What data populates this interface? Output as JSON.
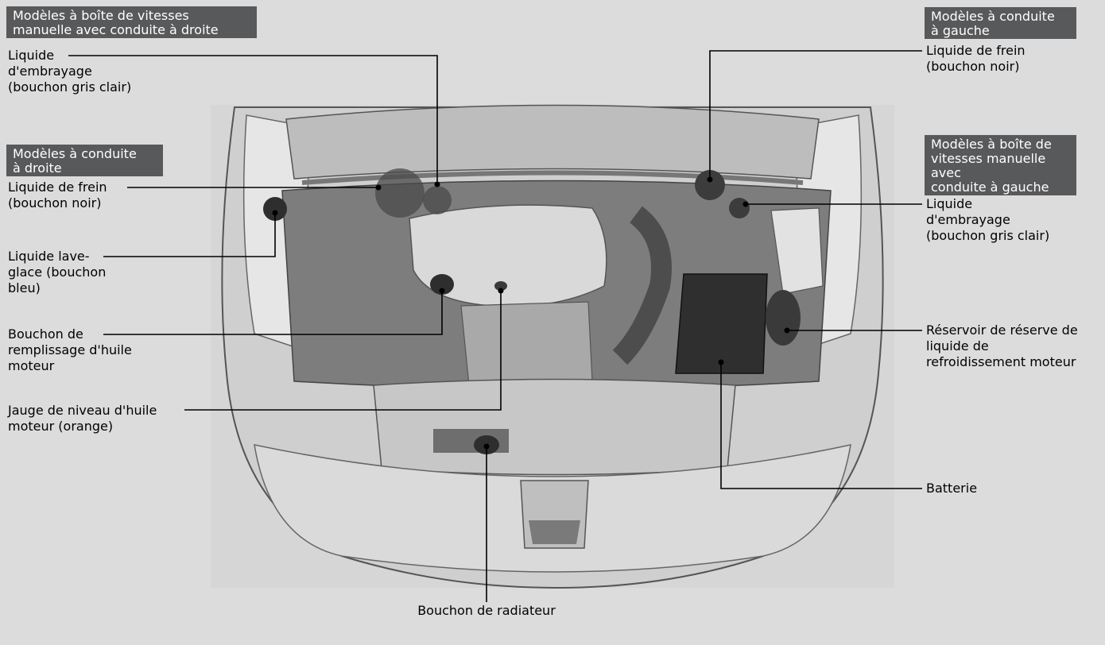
{
  "badges": {
    "rhd_manual": "Modèles à boîte de vitesses\nmanuelle avec conduite à droite",
    "lhd": "Modèles à conduite\nà gauche",
    "rhd": "Modèles à conduite\nà droite",
    "lhd_manual": "Modèles à boîte de\nvitesses manuelle avec\nconduite à gauche"
  },
  "labels": {
    "clutch_fluid_left": "Liquide\nd'embrayage\n(bouchon gris clair)",
    "brake_fluid_left": "Liquide de frein\n(bouchon noir)",
    "washer_fluid": "Liquide lave-\nglace (bouchon\nbleu)",
    "oil_filler_cap": "Bouchon de\nremplissage d'huile\nmoteur",
    "oil_dipstick": "Jauge de niveau d'huile\nmoteur (orange)",
    "radiator_cap": "Bouchon de radiateur",
    "brake_fluid_right": "Liquide de frein\n(bouchon noir)",
    "clutch_fluid_right": "Liquide\nd'embrayage\n(bouchon gris clair)",
    "coolant_reservoir": "Réservoir de réserve de\nliquide de\nrefroidissement moteur",
    "battery": "Batterie"
  },
  "colors": {
    "background": "#dcdcdc",
    "badge": "#58595b",
    "badge_text": "#ffffff",
    "line": "#000000"
  }
}
